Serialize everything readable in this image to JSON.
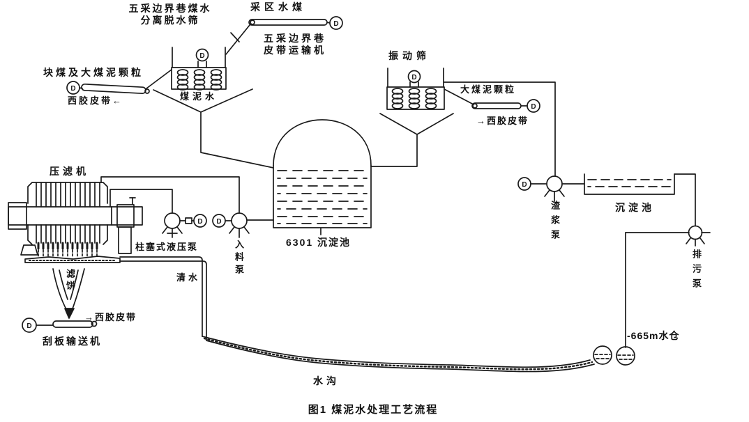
{
  "figure": {
    "caption": "图1  煤泥水处理工艺流程"
  },
  "colors": {
    "ink": "#1a1a1a",
    "paper": "#ffffff"
  },
  "motor_letter": "D",
  "labels": {
    "screen1_line1": "五采边界巷煤水",
    "screen1_line2": "分离脱水筛",
    "mining_area_coal_water": "采区水煤",
    "boundary_belt_line1": "五采边界巷",
    "boundary_belt_line2": "皮带运输机",
    "lump_coal": "块煤及大煤泥颗粒",
    "left_belt": "西胶皮带←",
    "slime_water": "煤泥水",
    "vibrating_screen": "振动筛",
    "large_slime_particles": "大煤泥颗粒",
    "right_belt": "→西胶皮带",
    "filter_press": "压滤机",
    "plunger_pump": "柱塞式液压泵",
    "feed_pump": "入料泵",
    "settling_tank": "6301 沉淀池",
    "clear_water": "清水",
    "filter_cake": "滤饼",
    "bottom_belt": "→西胶皮带",
    "scraper_conveyor": "刮板输送机",
    "ditch": "水沟",
    "slurry_pump": "渣浆泵",
    "settling_pool": "沉淀池",
    "drain_pump": "排污泵",
    "water_sump": "-665m水仓"
  }
}
